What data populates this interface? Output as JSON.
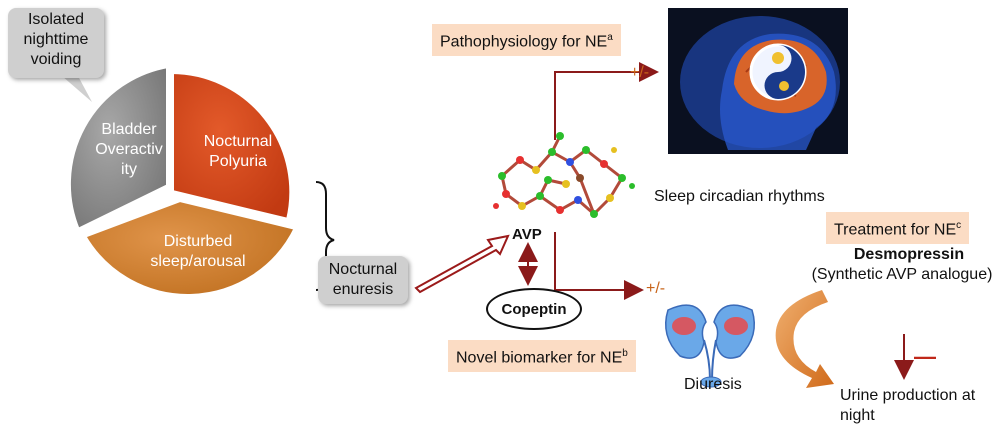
{
  "labels": {
    "isolated": "Isolated\nnighttime\nvoiding",
    "bladder": "Bladder\nOveractiv\nity",
    "polyuria": "Nocturnal\nPolyuria",
    "sleep_arousal": "Disturbed\nsleep/arousal",
    "enuresis": "Nocturnal\nenuresis",
    "avp": "AVP",
    "copeptin": "Copeptin",
    "plusminus_top": "+/-",
    "plusminus_bottom": "+/-",
    "sleep_rhythms": "Sleep circadian rhythms",
    "diuresis": "Diuresis",
    "desmopressin": "Desmopressin",
    "analogue": "(Synthetic AVP analogue)",
    "urine": "Urine production at\nnight",
    "minus": "—"
  },
  "tags": {
    "patho": {
      "text": "Pathophysiology for NE",
      "sup": "a"
    },
    "biomarker": {
      "text": "Novel biomarker for NE",
      "sup": "b"
    },
    "treatment": {
      "text": "Treatment for NE",
      "sup": "c"
    }
  },
  "colors": {
    "pie_gray": "#8c8c8c",
    "pie_red": "#d9441a",
    "pie_orange": "#d4802c",
    "arrow_dark_red": "#8b1a1a",
    "tag_fill": "#fbdcc4"
  }
}
